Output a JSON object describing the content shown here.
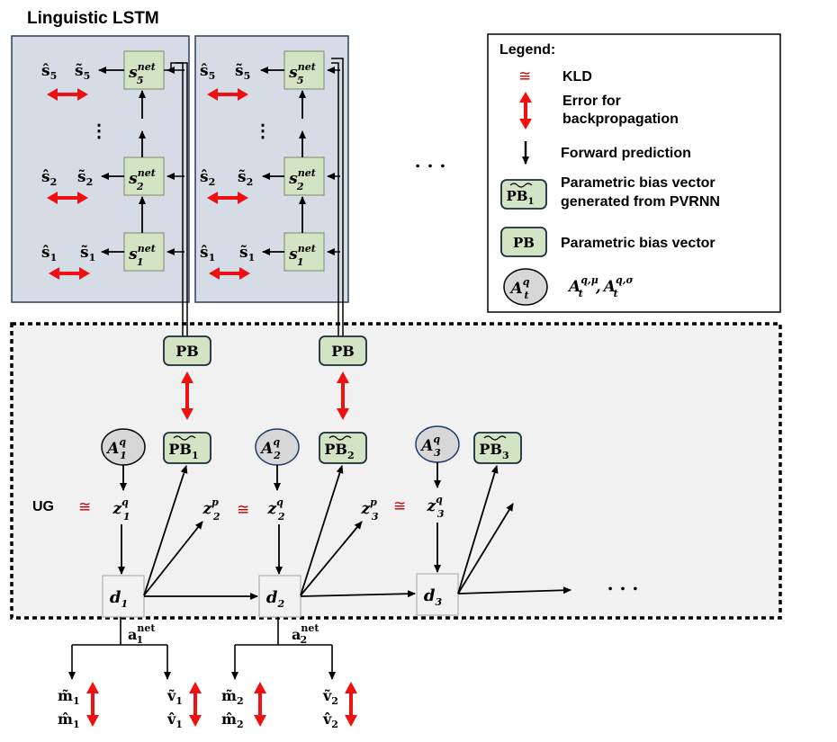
{
  "title": "Linguistic LSTM",
  "legend": {
    "heading": "Legend",
    "kld_symbol": "≅",
    "kld_label": "KLD",
    "error_label_1": "Error for",
    "error_label_2": "backpropagation",
    "forward_label": "Forward prediction",
    "pb_gen_symbol": "PB",
    "pb_gen_sub": "1",
    "pb_gen_label_1": "Parametric bias vector",
    "pb_gen_label_2": "generated from PVRNN",
    "pb_label_symbol": "PB",
    "pb_label": "Parametric bias vector",
    "a_node_base": "A",
    "a_node_sup": "q",
    "a_node_sub": "t",
    "a_desc_base1": "A",
    "a_desc_sup1": "q,μ",
    "a_desc_sub1": "t",
    "a_desc_sep": ",",
    "a_desc_base2": "A",
    "a_desc_sup2": "q,σ",
    "a_desc_sub2": "t"
  },
  "lstm": {
    "net_base": "s",
    "net_sup": "net",
    "s_hat": "ŝ",
    "s_tilde": "s̃",
    "indices": [
      "5",
      "2",
      "1"
    ],
    "vdots": "⋮",
    "hdots": ". . ."
  },
  "ug": {
    "label": "UG",
    "kld_symbol": "≅",
    "pb_label": "PB",
    "pbt_base": "PB",
    "a_base": "A",
    "a_sup": "q",
    "zq_base": "z",
    "zq_sup": "q",
    "zp_base": "z",
    "zp_sup": "p",
    "d_base": "d",
    "indices": [
      "1",
      "2",
      "3"
    ],
    "zp_indices": [
      "2",
      "3"
    ],
    "hdots": ". . ."
  },
  "outputs": {
    "a_base": "a",
    "a_sup": "net",
    "m_tilde": "m̃",
    "m_hat": "m̂",
    "v_tilde": "ṽ",
    "v_hat": "v̂",
    "indices": [
      "1",
      "2"
    ]
  },
  "colors": {
    "panel_fill": "#d6dce5",
    "panel_stroke": "#2f3f55",
    "node_fill": "#d3e4c5",
    "node_stroke": "#7a8a6a",
    "pb_stroke": "#1c2b3a",
    "ug_fill": "#f1f1f1",
    "a_fill": "#d7d7d7",
    "red": "#ee1111",
    "kld_red": "#c00000"
  }
}
